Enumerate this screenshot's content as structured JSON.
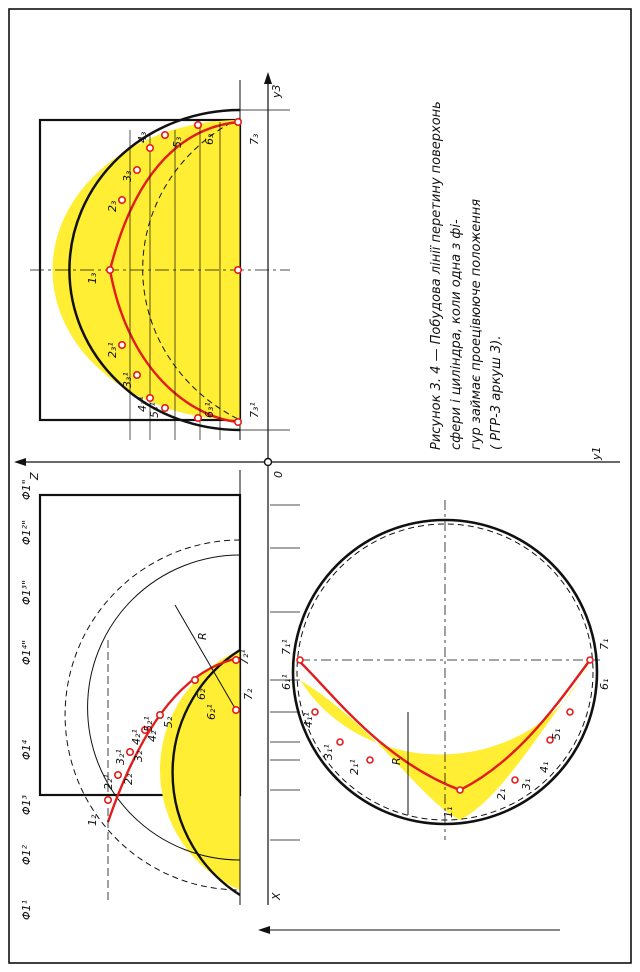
{
  "caption": {
    "lines": [
      "Рисунок  3. 4 — Побудова лінії перетину поверхонь",
      "сфери і циліндра, коли одна з фі-",
      "гур займає проецівююче положення",
      "( РГР-3 аркуш 3)."
    ]
  },
  "axes": {
    "x": "X",
    "z": "Z",
    "y1": "y1",
    "y3": "y3",
    "origin": "0"
  },
  "radius_label": "R",
  "phi_labels": [
    "Φ1\"",
    "Φ1²\"",
    "Φ1³\"",
    "Φ1⁴\"",
    "Φ1⁴",
    "Φ1³",
    "Φ1²",
    "Φ1¹"
  ],
  "front_points": [
    "1₂",
    "2₂",
    "3₂",
    "4₂",
    "5₂",
    "6₂",
    "7₂",
    "2₂¹",
    "3₂¹",
    "4₂¹",
    "5₂¹",
    "6₂¹",
    "7₂¹"
  ],
  "top_points": [
    "1₁",
    "2₁",
    "3₁",
    "4₁",
    "5₁",
    "6₁",
    "7₁",
    "2₁¹",
    "3₁¹",
    "4₁¹",
    "6₁¹",
    "7₁¹"
  ],
  "side_points": [
    "1₃",
    "2₃",
    "3₃",
    "4₃",
    "5₃",
    "6₃",
    "7₃",
    "2₃¹",
    "3₃¹",
    "4₃¹",
    "5₃¹",
    "6₃¹",
    "7₃¹"
  ],
  "colors": {
    "fill": "#ffee33",
    "curve": "#e21c1c",
    "line": "#111111"
  }
}
